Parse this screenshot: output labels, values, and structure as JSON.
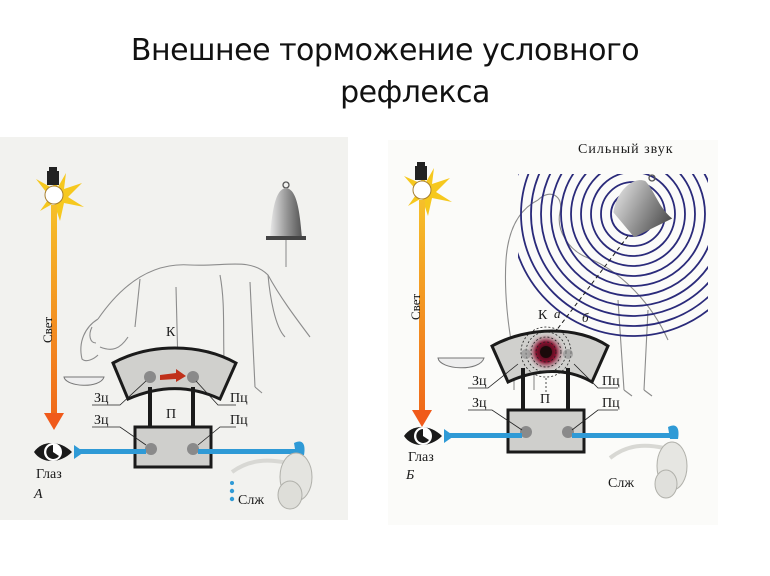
{
  "slide": {
    "title_line1": "Внешнее торможение условного",
    "title_line2": "рефлекса"
  },
  "panel_a": {
    "letter": "А",
    "light_label": "Свет",
    "cortex_label": "К",
    "subcortex_label": "П",
    "visual_center_cortex": "Зц",
    "food_center_cortex": "Пц",
    "visual_center_sub": "Зц",
    "food_center_sub": "Пц",
    "eye_label": "Глаз",
    "gland_label": "Слж",
    "icons": [
      "light-bulb-icon",
      "bell-icon",
      "eye-icon",
      "salivary-gland-icon",
      "bowl-icon",
      "dog-outline"
    ]
  },
  "panel_b": {
    "letter": "Б",
    "sound_label": "Сильный звук",
    "light_label": "Свет",
    "cortex_label": "К",
    "focus_a": "а",
    "focus_b": "б",
    "subcortex_label": "П",
    "visual_center_cortex": "Зц",
    "food_center_cortex": "Пц",
    "visual_center_sub": "Зц",
    "food_center_sub": "Пц",
    "eye_label": "Глаз",
    "gland_label": "Слж",
    "icons": [
      "light-bulb-icon",
      "bell-icon",
      "sound-waves",
      "eye-icon",
      "salivary-gland-icon",
      "bowl-icon",
      "dog-outline"
    ]
  },
  "colors": {
    "light_beam": "#f0a020",
    "light_arrow": "#f05a1a",
    "nerve_blue": "#2f9ad6",
    "sound_waves": "#2a2a7a",
    "excitation_arrow": "#c0301a",
    "focus_red": "#8a1030",
    "box_fill": "#cfcfcc"
  }
}
